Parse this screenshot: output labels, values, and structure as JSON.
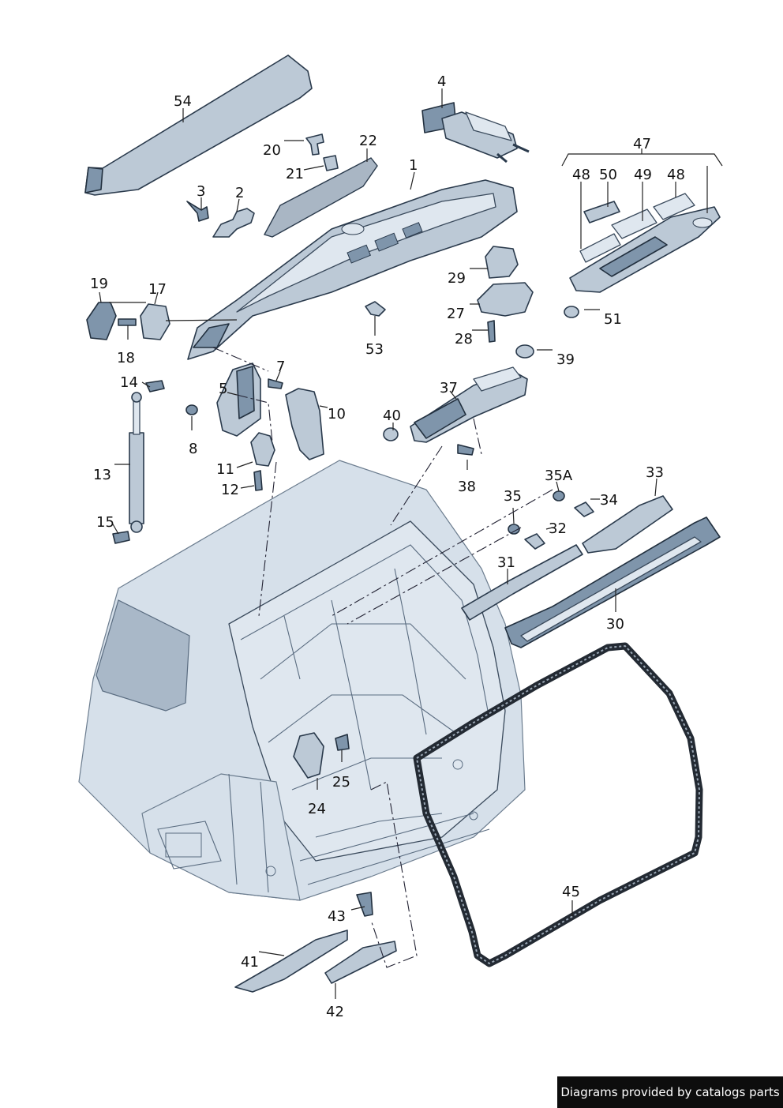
{
  "labels": {
    "p1": "1",
    "p2": "2",
    "p3": "3",
    "p4": "4",
    "p5": "5",
    "p7": "7",
    "p8": "8",
    "p10": "10",
    "p11": "11",
    "p12": "12",
    "p13": "13",
    "p14": "14",
    "p15": "15",
    "p17": "17",
    "p18": "18",
    "p19": "19",
    "p20": "20",
    "p21": "21",
    "p22": "22",
    "p24": "24",
    "p25": "25",
    "p27": "27",
    "p28": "28",
    "p29": "29",
    "p30": "30",
    "p31": "31",
    "p32": "32",
    "p33": "33",
    "p34": "34",
    "p35": "35",
    "p35a": "35A",
    "p37": "37",
    "p38": "38",
    "p39": "39",
    "p40": "40",
    "p41": "41",
    "p42": "42",
    "p43": "43",
    "p45": "45",
    "p47": "47",
    "p48a": "48",
    "p48b": "48",
    "p49": "49",
    "p50": "50",
    "p51": "51",
    "p53": "53",
    "p54": "54"
  },
  "footer": {
    "text": "Diagrams provided by catalogs parts"
  },
  "colors": {
    "part_fill": "#bcc9d6",
    "part_stroke": "#2a3a4c",
    "footer_bg": "#0d0d0d"
  }
}
